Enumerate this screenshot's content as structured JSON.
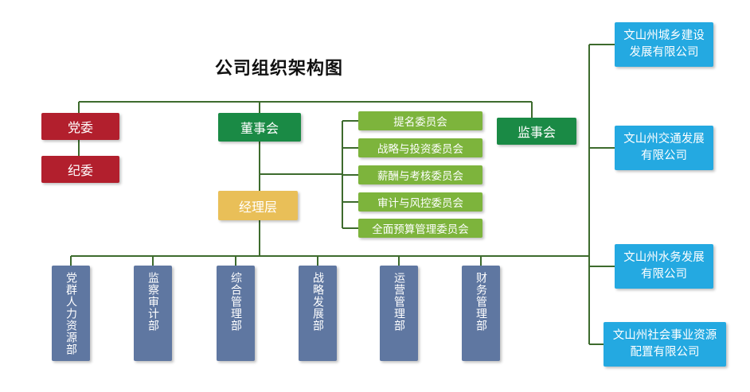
{
  "title": "公司组织架构图",
  "party": {
    "dangwei": "党委",
    "jiwei": "纪委"
  },
  "board": "董事会",
  "supervisory": "监事会",
  "management": "经理层",
  "committees": [
    "提名委员会",
    "战略与投资委员会",
    "薪酬与考核委员会",
    "审计与风控委员会",
    "全面预算管理委员会"
  ],
  "departments": [
    "党群人力资源部",
    "监察审计部",
    "综合管理部",
    "战略发展部",
    "运营管理部",
    "财务管理部"
  ],
  "subsidiaries": [
    "文山州城乡建设发展有限公司",
    "文山州交通发展有限公司",
    "文山州水务发展有限公司",
    "文山州社会事业资源配置有限公司"
  ],
  "colors": {
    "line": "#3d6b2d",
    "party": "#b21f2d",
    "board": "#1a8a45",
    "management": "#e9bf58",
    "committee": "#7db43c",
    "department": "#5f77a1",
    "subsidiary": "#24a9e1"
  }
}
